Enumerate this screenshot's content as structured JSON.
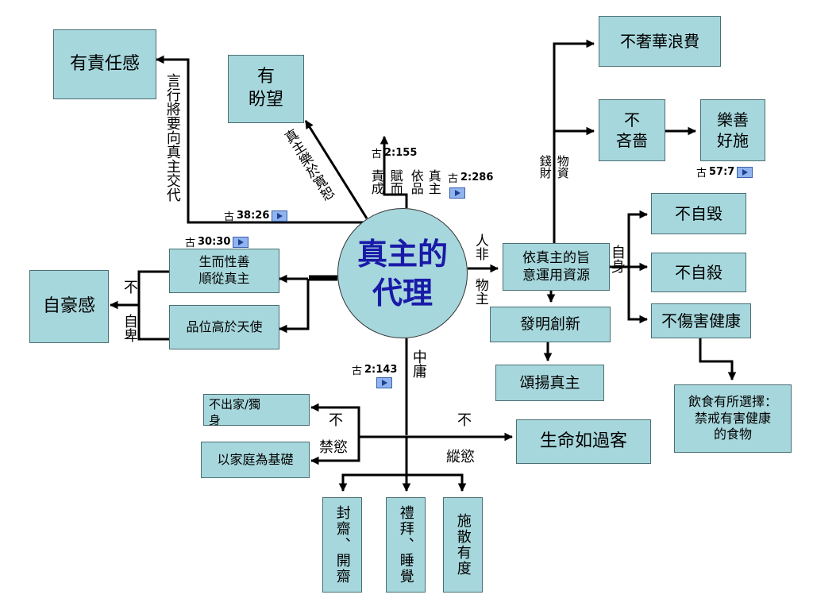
{
  "center": "真主的\n代理",
  "boxes": {
    "responsibility": "有責任感",
    "hope": "有\n盼望",
    "not_wasteful": "不奢華浪費",
    "not_stingy": "不\n吝嗇",
    "charitable": "樂善\n好施",
    "not_self_destroy": "不自毀",
    "not_suicide": "不自殺",
    "not_harm_health": "不傷害健康",
    "food_choice": "飲食有所選擇：\n禁戒有害健康\n的食物",
    "use_resources": "依真主的旨\n意運用資源",
    "invent": "發明創新",
    "praise": "頌揚真主",
    "good_nature": "生而性善\n順從真主",
    "above_angels": "品位高於天使",
    "pride": "自豪感",
    "not_celibate": "不出家/獨\n身",
    "family": "以家庭為基礎",
    "life_passing": "生命如過客",
    "fasting": "封齋、開齋",
    "prayer_sleep": "禮拜、睡覺",
    "moderate_charity": "施散有度"
  },
  "labels": {
    "accountable": "言行將要向真主交代",
    "joy": "真主樂於寬恕",
    "duty": "責成",
    "endow": "賦而",
    "grant": "依品",
    "true_lord": "真主",
    "money": "錢財",
    "things": "物資",
    "self": "自身",
    "human": "人非",
    "lord2": "物主",
    "not1": "不",
    "self_humble": "自卑",
    "middle_way": "中庸",
    "not2": "不",
    "forbid_desire": "禁慾",
    "not3": "不",
    "indulge": "縱慾"
  },
  "refs": {
    "r155": {
      "book": "古",
      "num": "2:155"
    },
    "r286": {
      "book": "古",
      "num": "2:286"
    },
    "r38": {
      "book": "古",
      "num": "38:26"
    },
    "r30": {
      "book": "古",
      "num": "30:30"
    },
    "r57": {
      "book": "古",
      "num": "57:7"
    },
    "r143": {
      "book": "古",
      "num": "2:143"
    }
  },
  "colors": {
    "box_fill": "#a6d7dc",
    "center_text": "#1a1aa8",
    "play_button": "#8fb4f0"
  }
}
